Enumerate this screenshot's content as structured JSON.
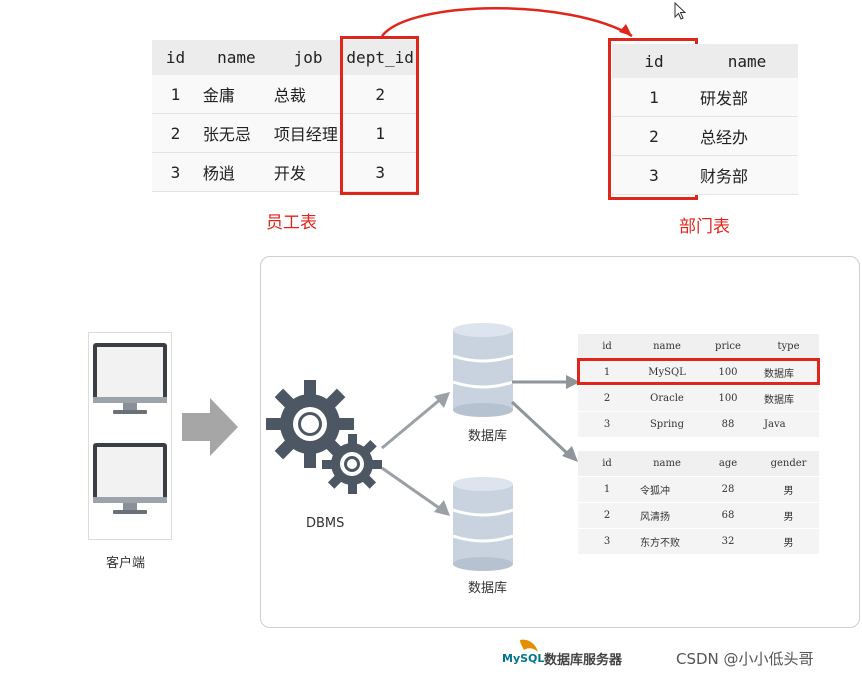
{
  "employee_table": {
    "columns": [
      "id",
      "name",
      "job",
      "dept_id"
    ],
    "rows": [
      [
        "1",
        "金庸",
        "总裁",
        "2"
      ],
      [
        "2",
        "张无忌",
        "项目经理",
        "1"
      ],
      [
        "3",
        "杨逍",
        "开发",
        "3"
      ]
    ],
    "caption": "员工表"
  },
  "department_table": {
    "columns": [
      "id",
      "name"
    ],
    "rows": [
      [
        "1",
        "研发部"
      ],
      [
        "2",
        "总经办"
      ],
      [
        "3",
        "财务部"
      ]
    ],
    "caption": "部门表"
  },
  "diagram": {
    "client_label": "客户端",
    "dbms_label": "DBMS",
    "database_labels": [
      "数据库",
      "数据库"
    ],
    "product_table": {
      "columns": [
        "id",
        "name",
        "price",
        "type"
      ],
      "rows": [
        [
          "1",
          "MySQL",
          "100",
          "数据库"
        ],
        [
          "2",
          "Oracle",
          "100",
          "数据库"
        ],
        [
          "3",
          "Spring",
          "88",
          "Java"
        ]
      ]
    },
    "user_table": {
      "columns": [
        "id",
        "name",
        "age",
        "gender"
      ],
      "rows": [
        [
          "1",
          "令狐冲",
          "28",
          "男"
        ],
        [
          "2",
          "风清扬",
          "68",
          "男"
        ],
        [
          "3",
          "东方不败",
          "32",
          "男"
        ]
      ]
    },
    "server_logo_text": "数据库服务器",
    "mysql_logo": "MySQL"
  },
  "watermark": "CSDN @小小低头哥",
  "colors": {
    "highlight_red": "#e0261b",
    "gear": "#4d5663",
    "db_blue": "#c9d3e0"
  }
}
